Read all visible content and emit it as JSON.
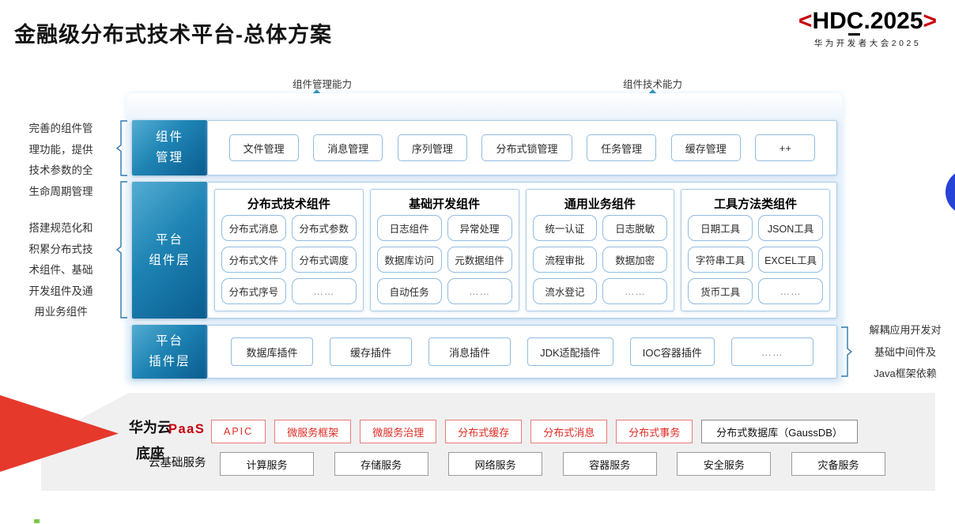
{
  "title": "金融级分布式技术平台-总体方案",
  "logo": {
    "left_bracket": "<",
    "hd": "HD",
    "c": "C",
    "rest": ".2025",
    "right_bracket": ">",
    "subtitle": "华为开发者大会2025"
  },
  "capability_arrows": [
    {
      "label": "组件管理能力"
    },
    {
      "label": "组件技术能力"
    }
  ],
  "side_notes": {
    "note1": "完善的组件管\n理功能，提供\n技术参数的全\n生命周期管理",
    "note2": "搭建规范化和\n积累分布式技\n术组件、基础\n开发组件及通\n用业务组件",
    "right_note": "解耦应用开发对\n基础中间件及\nJava框架依赖"
  },
  "layers": {
    "component_management": {
      "label": "组件\n管理",
      "items": [
        "文件管理",
        "消息管理",
        "序列管理",
        "分布式锁管理",
        "任务管理",
        "缓存管理",
        "++"
      ]
    },
    "platform_components": {
      "label": "平台\n组件层",
      "groups": [
        {
          "header": "分布式技术组件",
          "items": [
            "分布式消息",
            "分布式参数",
            "分布式文件",
            "分布式调度",
            "分布式序号",
            "……"
          ]
        },
        {
          "header": "基础开发组件",
          "items": [
            "日志组件",
            "异常处理",
            "数据库访问",
            "元数据组件",
            "自动任务",
            "……"
          ]
        },
        {
          "header": "通用业务组件",
          "items": [
            "统一认证",
            "日志脱敏",
            "流程审批",
            "数据加密",
            "流水登记",
            "……"
          ]
        },
        {
          "header": "工具方法类组件",
          "items": [
            "日期工具",
            "JSON工具",
            "字符串工具",
            "EXCEL工具",
            "货币工具",
            "……"
          ]
        }
      ]
    },
    "platform_plugins": {
      "label": "平台\n插件层",
      "items": [
        "数据库插件",
        "缓存插件",
        "消息插件",
        "JDK适配插件",
        "IOC容器插件",
        "……"
      ]
    }
  },
  "foundation": {
    "label": "华为云\n底座",
    "paas_label": "PaaS",
    "paas_items": [
      "APIC",
      "微服务框架",
      "微服务治理",
      "分布式缓存",
      "分布式消息",
      "分布式事务"
    ],
    "paas_db": "分布式数据库（GaussDB）",
    "iaas_label": "云基础服务",
    "iaas_items": [
      "计算服务",
      "存储服务",
      "网络服务",
      "容器服务",
      "安全服务",
      "灾备服务"
    ]
  },
  "colors": {
    "huawei_red": "#c7000b",
    "foundation_arrow_red": "#e5392c",
    "capability_arrow_teal_top": "#2b93be",
    "capability_arrow_teal_bottom": "#0d6897",
    "layer_label_gradient_light": "#55add2",
    "layer_label_gradient_dark": "#0a5c8e",
    "pill_border_blue": "#8fbce2",
    "container_border_blue": "#aacbe8",
    "paas_pill_red_text": "#e02a22",
    "circle_blue": "#2543d6",
    "panel_gray": "#f0f0f0"
  }
}
